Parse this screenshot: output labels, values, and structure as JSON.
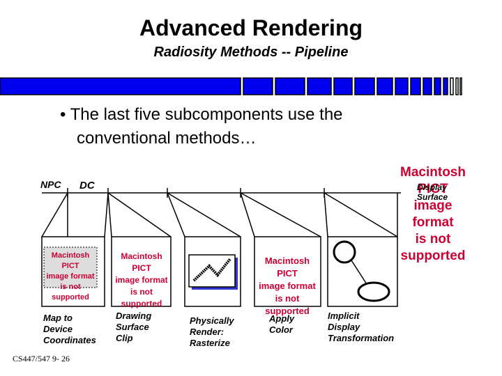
{
  "slide": {
    "title": "Advanced Rendering",
    "subtitle": "Radiosity Methods -- Pipeline",
    "bullet_line1": "• The last five subcomponents use the",
    "bullet_line2": "conventional methods…",
    "footer": "CS447/547 9- 26"
  },
  "diagram": {
    "npc_label": "NPC",
    "dc_label": "DC",
    "display_label_1": "Display",
    "display_label_2": "Surface",
    "placeholder": {
      "line1": "Macintosh PICT",
      "line2": "image format",
      "line3": "is not supported"
    },
    "stages": [
      {
        "line1": "Map to",
        "line2": "Device",
        "line3": "Coordinates"
      },
      {
        "line1": "Drawing",
        "line2": "Surface",
        "line3": "Clip"
      },
      {
        "line1": "Physically",
        "line2": "Render:",
        "line3": "Rasterize"
      },
      {
        "line1": "Apply",
        "line2": "Color",
        "line3": ""
      },
      {
        "line1": "Implicit",
        "line2": "Display",
        "line3": "Transformation"
      }
    ]
  },
  "colors": {
    "bar_blue": "#0000ee",
    "pict_red": "#cc0033",
    "box_shadow": "#3333cc"
  }
}
